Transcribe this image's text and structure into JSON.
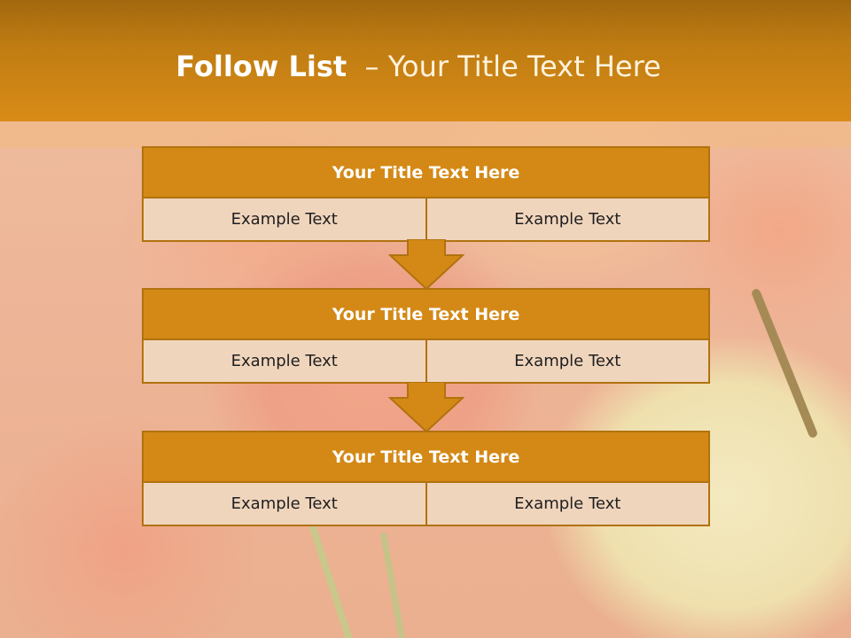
{
  "slide": {
    "title_bold": "Follow List",
    "title_rest": "– Your Title Text Here"
  },
  "steps": [
    {
      "title": "Your Title Text Here",
      "cells": [
        "Example Text",
        "Example Text"
      ]
    },
    {
      "title": "Your Title Text Here",
      "cells": [
        "Example Text",
        "Example Text"
      ]
    },
    {
      "title": "Your Title Text Here",
      "cells": [
        "Example Text",
        "Example Text"
      ]
    }
  ],
  "colors": {
    "header": "#d98b17",
    "block_title": "#d48916",
    "block_cell": "#f0d5bd",
    "border": "#b1720e"
  },
  "icons": {
    "connector": "down-arrow-icon",
    "background": "fruit-photo"
  }
}
